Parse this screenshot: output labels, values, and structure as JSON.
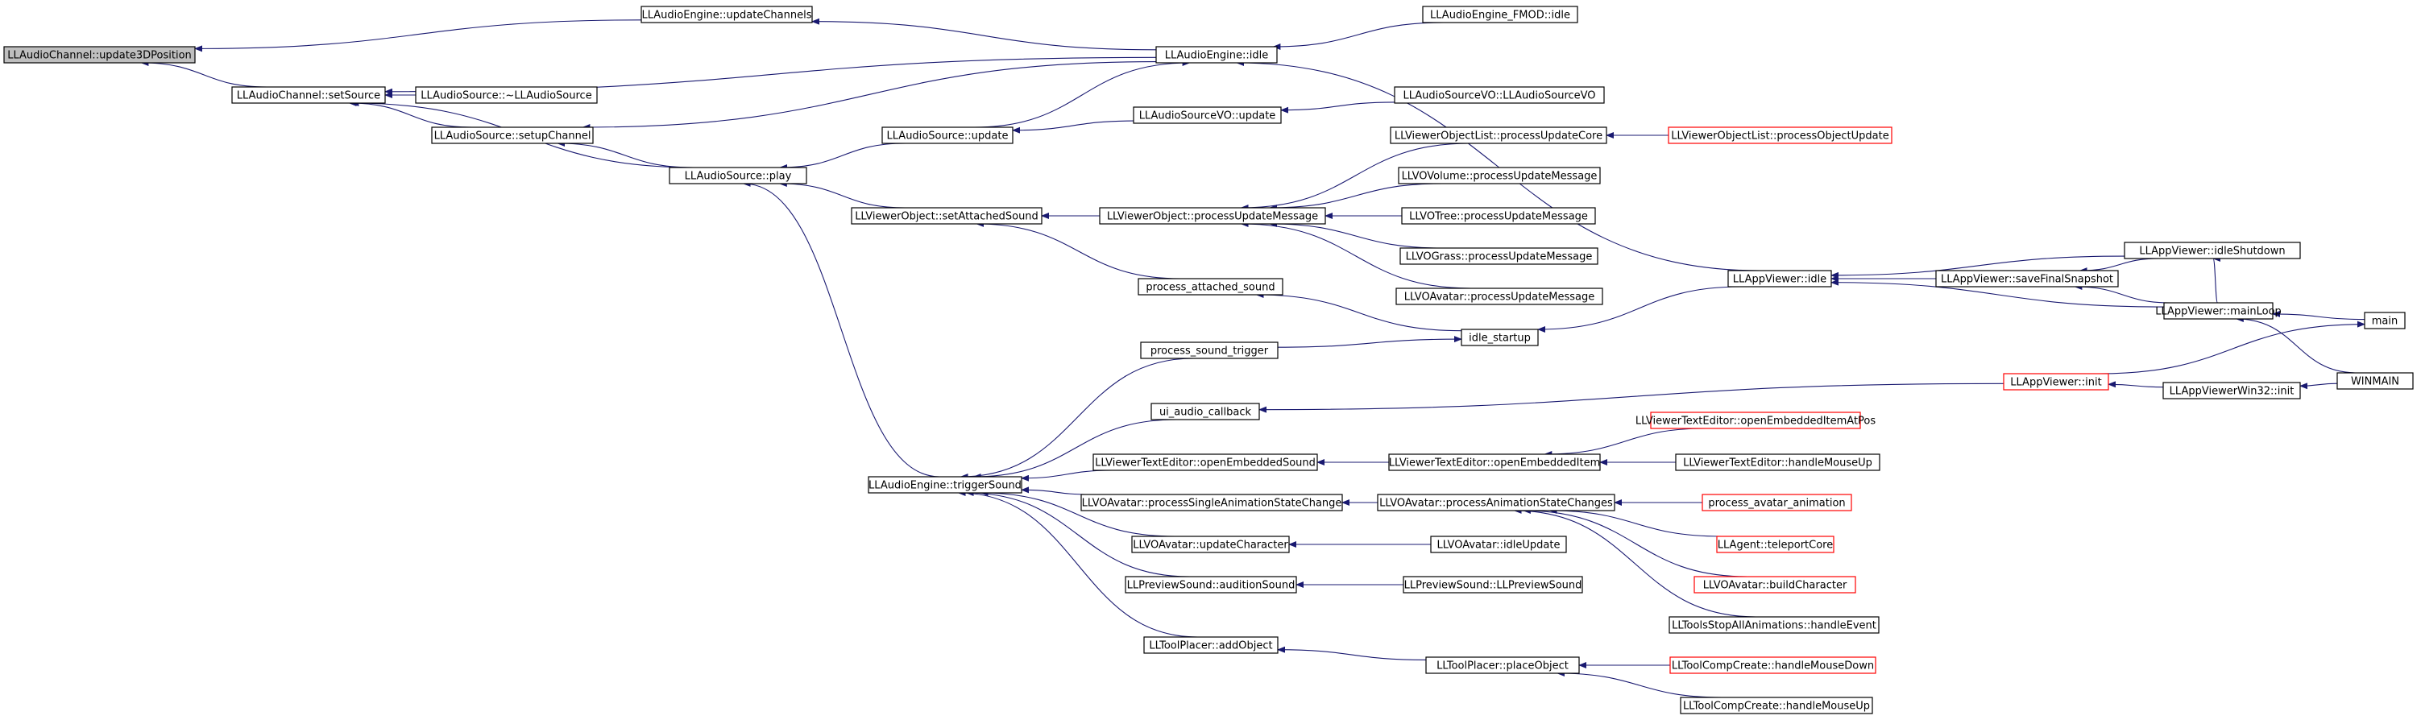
{
  "colors": {
    "edge": "#191970",
    "node_border_normal": "#000000",
    "node_border_truncated": "#ff0000",
    "focus_fill": "#bfbfbf",
    "node_fill": "#ffffff",
    "text": "#000000"
  },
  "nodes": [
    {
      "id": "n0",
      "label": "LLAudioChannel::update3DPosition",
      "style": "focus"
    },
    {
      "id": "n1",
      "label": "LLAudioEngine::updateChannels",
      "style": "normal"
    },
    {
      "id": "n2",
      "label": "LLAudioChannel::setSource",
      "style": "normal"
    },
    {
      "id": "n3",
      "label": "LLAudioEngine::idle",
      "style": "normal"
    },
    {
      "id": "n4",
      "label": "LLAudioEngine_FMOD::idle",
      "style": "normal"
    },
    {
      "id": "n5",
      "label": "LLAudioSource::~LLAudioSource",
      "style": "normal"
    },
    {
      "id": "n6",
      "label": "LLAudioSource::setupChannel",
      "style": "normal"
    },
    {
      "id": "n7",
      "label": "LLAudioSourceVO::LLAudioSourceVO",
      "style": "normal"
    },
    {
      "id": "n8",
      "label": "LLAudioSource::update",
      "style": "normal"
    },
    {
      "id": "n9",
      "label": "LLAudioSourceVO::update",
      "style": "normal"
    },
    {
      "id": "n10",
      "label": "LLAudioSource::play",
      "style": "normal"
    },
    {
      "id": "n11",
      "label": "LLViewerObjectList::processUpdateCore",
      "style": "normal"
    },
    {
      "id": "n12",
      "label": "LLViewerObjectList::processObjectUpdate",
      "style": "truncated"
    },
    {
      "id": "n13",
      "label": "LLVOVolume::processUpdateMessage",
      "style": "normal"
    },
    {
      "id": "n14",
      "label": "LLViewerObject::setAttachedSound",
      "style": "normal"
    },
    {
      "id": "n15",
      "label": "LLViewerObject::processUpdateMessage",
      "style": "normal"
    },
    {
      "id": "n16",
      "label": "LLVOTree::processUpdateMessage",
      "style": "normal"
    },
    {
      "id": "n17",
      "label": "LLVOGrass::processUpdateMessage",
      "style": "normal"
    },
    {
      "id": "n18",
      "label": "LLAppViewer::idleShutdown",
      "style": "normal"
    },
    {
      "id": "n19",
      "label": "LLAppViewer::idle",
      "style": "normal"
    },
    {
      "id": "n20",
      "label": "LLAppViewer::saveFinalSnapshot",
      "style": "normal"
    },
    {
      "id": "n21",
      "label": "process_attached_sound",
      "style": "normal"
    },
    {
      "id": "n22",
      "label": "LLVOAvatar::processUpdateMessage",
      "style": "normal"
    },
    {
      "id": "n23",
      "label": "LLAppViewer::mainLoop",
      "style": "normal"
    },
    {
      "id": "n24",
      "label": "main",
      "style": "normal"
    },
    {
      "id": "n25",
      "label": "idle_startup",
      "style": "normal"
    },
    {
      "id": "n26",
      "label": "process_sound_trigger",
      "style": "normal"
    },
    {
      "id": "n27",
      "label": "WINMAIN",
      "style": "normal"
    },
    {
      "id": "n28",
      "label": "LLAppViewer::init",
      "style": "truncated"
    },
    {
      "id": "n29",
      "label": "LLAppViewerWin32::init",
      "style": "normal"
    },
    {
      "id": "n30",
      "label": "ui_audio_callback",
      "style": "normal"
    },
    {
      "id": "n31",
      "label": "LLViewerTextEditor::openEmbeddedItemAtPos",
      "style": "truncated"
    },
    {
      "id": "n32",
      "label": "LLViewerTextEditor::openEmbeddedSound",
      "style": "normal"
    },
    {
      "id": "n33",
      "label": "LLViewerTextEditor::openEmbeddedItem",
      "style": "normal"
    },
    {
      "id": "n34",
      "label": "LLViewerTextEditor::handleMouseUp",
      "style": "normal"
    },
    {
      "id": "n35",
      "label": "LLAudioEngine::triggerSound",
      "style": "normal"
    },
    {
      "id": "n36",
      "label": "LLVOAvatar::processSingleAnimationStateChange",
      "style": "normal"
    },
    {
      "id": "n37",
      "label": "LLVOAvatar::processAnimationStateChanges",
      "style": "normal"
    },
    {
      "id": "n38",
      "label": "process_avatar_animation",
      "style": "truncated"
    },
    {
      "id": "n39",
      "label": "LLVOAvatar::updateCharacter",
      "style": "normal"
    },
    {
      "id": "n40",
      "label": "LLVOAvatar::idleUpdate",
      "style": "normal"
    },
    {
      "id": "n41",
      "label": "LLAgent::teleportCore",
      "style": "truncated"
    },
    {
      "id": "n42",
      "label": "LLPreviewSound::auditionSound",
      "style": "normal"
    },
    {
      "id": "n43",
      "label": "LLPreviewSound::LLPreviewSound",
      "style": "normal"
    },
    {
      "id": "n44",
      "label": "LLVOAvatar::buildCharacter",
      "style": "truncated"
    },
    {
      "id": "n45",
      "label": "LLToolsStopAllAnimations::handleEvent",
      "style": "normal"
    },
    {
      "id": "n46",
      "label": "LLToolPlacer::addObject",
      "style": "normal"
    },
    {
      "id": "n47",
      "label": "LLToolPlacer::placeObject",
      "style": "normal"
    },
    {
      "id": "n48",
      "label": "LLToolCompCreate::handleMouseDown",
      "style": "truncated"
    },
    {
      "id": "n49",
      "label": "LLToolCompCreate::handleMouseUp",
      "style": "normal"
    }
  ],
  "edges": [
    [
      "n1",
      "n0"
    ],
    [
      "n2",
      "n0"
    ],
    [
      "n3",
      "n1"
    ],
    [
      "n3",
      "n2"
    ],
    [
      "n4",
      "n3"
    ],
    [
      "n5",
      "n2"
    ],
    [
      "n6",
      "n2"
    ],
    [
      "n10",
      "n2"
    ],
    [
      "n3",
      "n6"
    ],
    [
      "n10",
      "n6"
    ],
    [
      "n8",
      "n3"
    ],
    [
      "n19",
      "n3"
    ],
    [
      "n9",
      "n8"
    ],
    [
      "n7",
      "n9"
    ],
    [
      "n8",
      "n10"
    ],
    [
      "n14",
      "n10"
    ],
    [
      "n35",
      "n10"
    ],
    [
      "n15",
      "n14"
    ],
    [
      "n21",
      "n14"
    ],
    [
      "n11",
      "n15"
    ],
    [
      "n13",
      "n15"
    ],
    [
      "n16",
      "n15"
    ],
    [
      "n17",
      "n15"
    ],
    [
      "n22",
      "n15"
    ],
    [
      "n12",
      "n11"
    ],
    [
      "n25",
      "n21"
    ],
    [
      "n19",
      "n25"
    ],
    [
      "n20",
      "n19"
    ],
    [
      "n18",
      "n19"
    ],
    [
      "n23",
      "n19"
    ],
    [
      "n18",
      "n20"
    ],
    [
      "n23",
      "n20"
    ],
    [
      "n23",
      "n18"
    ],
    [
      "n24",
      "n23"
    ],
    [
      "n27",
      "n23"
    ],
    [
      "n28",
      "n24"
    ],
    [
      "n29",
      "n28"
    ],
    [
      "n27",
      "n29"
    ],
    [
      "n26",
      "n35"
    ],
    [
      "n30",
      "n35"
    ],
    [
      "n32",
      "n35"
    ],
    [
      "n36",
      "n35"
    ],
    [
      "n39",
      "n35"
    ],
    [
      "n42",
      "n35"
    ],
    [
      "n46",
      "n35"
    ],
    [
      "n28",
      "n30"
    ],
    [
      "n26",
      "n25"
    ],
    [
      "n33",
      "n32"
    ],
    [
      "n31",
      "n33"
    ],
    [
      "n34",
      "n33"
    ],
    [
      "n37",
      "n36"
    ],
    [
      "n38",
      "n37"
    ],
    [
      "n41",
      "n37"
    ],
    [
      "n44",
      "n37"
    ],
    [
      "n45",
      "n37"
    ],
    [
      "n40",
      "n39"
    ],
    [
      "n43",
      "n42"
    ],
    [
      "n47",
      "n46"
    ],
    [
      "n48",
      "n47"
    ],
    [
      "n49",
      "n47"
    ]
  ]
}
